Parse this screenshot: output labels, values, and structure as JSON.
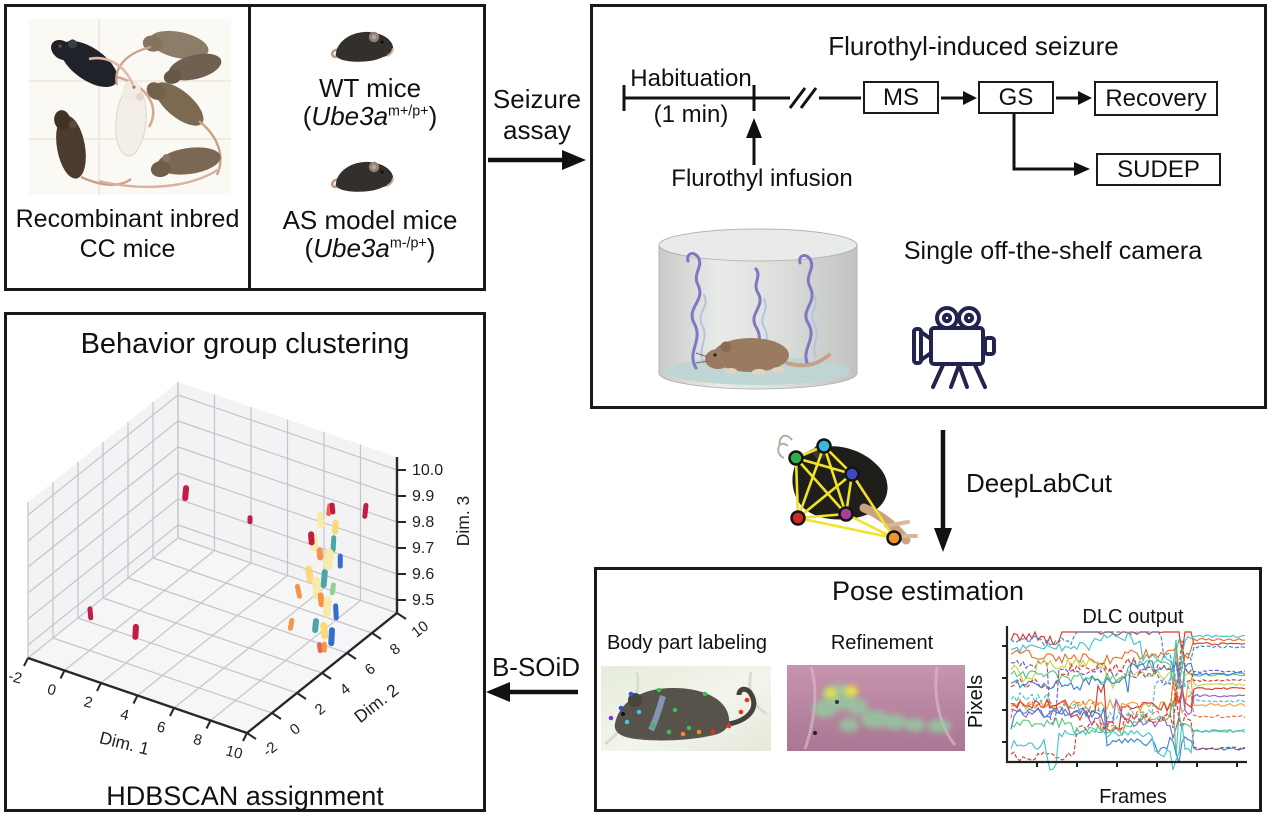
{
  "palette": {
    "outline": "#1a1a1a",
    "camera_navy": "#23234f",
    "smoke_purple": "#8177c5",
    "crimson": "#c0143c"
  },
  "cohort_panel": {
    "caption_line1": "Recombinant inbred",
    "caption_line2": "CC mice"
  },
  "genotype_panel": {
    "wt_label": "WT mice",
    "wt_open": "(",
    "wt_gene": "Ube3a",
    "wt_sup": "m+/p+",
    "wt_close": ")",
    "as_label": "AS model mice",
    "as_open": "(",
    "as_gene": "Ube3a",
    "as_sup": "m-/p+",
    "as_close": ")"
  },
  "seizure_assay": {
    "line1": "Seizure",
    "line2": "assay"
  },
  "flurothyl_panel": {
    "title": "Flurothyl-induced seizure",
    "habituation": "Habituation",
    "duration": "(1 min)",
    "infusion": "Flurothyl infusion",
    "stage_ms": "MS",
    "stage_gs": "GS",
    "stage_recovery": "Recovery",
    "stage_sudep": "SUDEP",
    "camera_label": "Single off-the-shelf camera"
  },
  "deeplabcut_label": "DeepLabCut",
  "pose_panel": {
    "title": "Pose estimation",
    "body_part_label": "Body part labeling",
    "refinement_label": "Refinement",
    "dlc_output_label": "DLC output",
    "ylabel": "Pixels",
    "xlabel": "Frames"
  },
  "bsoid_label": "B-SOiD",
  "clustering_panel": {
    "title": "Behavior group clustering",
    "caption": "HDBSCAN assignment"
  },
  "chart_data": [
    {
      "type": "scatter",
      "projection": "3d",
      "title": "Behavior group clustering",
      "subtitle": "HDBSCAN assignment",
      "xlabel": "Dim. 1",
      "ylabel": "Dim. 2",
      "zlabel": "Dim. 3",
      "x_ticks": [
        -2,
        0,
        2,
        4,
        6,
        8,
        10
      ],
      "y_ticks": [
        -2,
        0,
        2,
        4,
        6,
        8,
        10
      ],
      "z_ticks": [
        9.5,
        9.6,
        9.7,
        9.8,
        9.9,
        10.0
      ],
      "x_range": [
        -2,
        10.5
      ],
      "y_range": [
        -2,
        10.5
      ],
      "z_range": [
        9.45,
        10.05
      ],
      "grid": true,
      "clusters": [
        [
          9.3,
          5.6,
          10.0,
          "#e8604a",
          5,
          13,
          8
        ],
        [
          9.1,
          5.2,
          9.97,
          "#f6eaa8",
          7,
          17,
          -6
        ],
        [
          9.5,
          5.8,
          9.93,
          "#fad873",
          6,
          15,
          4
        ],
        [
          9.0,
          4.8,
          9.9,
          "#f6eaa8",
          8,
          19,
          -8
        ],
        [
          9.6,
          5.5,
          9.88,
          "#43a3a0",
          5,
          17,
          3
        ],
        [
          9.2,
          5.0,
          9.85,
          "#f2923f",
          6,
          13,
          -5
        ],
        [
          9.4,
          5.4,
          9.82,
          "#f6eaa8",
          9,
          21,
          6
        ],
        [
          9.7,
          5.9,
          9.8,
          "#2e66c9",
          5,
          15,
          0
        ],
        [
          8.9,
          4.6,
          9.78,
          "#fad873",
          7,
          17,
          -10
        ],
        [
          9.3,
          5.2,
          9.75,
          "#43a3a0",
          6,
          19,
          5
        ],
        [
          9.1,
          4.9,
          9.72,
          "#f6eaa8",
          8,
          23,
          -4
        ],
        [
          9.5,
          5.6,
          9.7,
          "#8ed08b",
          5,
          13,
          8
        ],
        [
          9.2,
          5.1,
          9.67,
          "#f2923f",
          6,
          15,
          -6
        ],
        [
          9.4,
          5.3,
          9.64,
          "#f6eaa8",
          8,
          21,
          4
        ],
        [
          9.6,
          5.7,
          9.61,
          "#2e66c9",
          5,
          17,
          -3
        ],
        [
          9.1,
          4.8,
          9.58,
          "#43a3a0",
          6,
          15,
          6
        ],
        [
          9.3,
          5.2,
          9.55,
          "#fad873",
          7,
          17,
          -5
        ],
        [
          9.5,
          5.5,
          9.52,
          "#2e66c9",
          6,
          19,
          3
        ],
        [
          9.2,
          5.0,
          9.49,
          "#e8604a",
          5,
          11,
          -8
        ],
        [
          8.3,
          4.6,
          9.7,
          "#f2923f",
          5,
          15,
          -12
        ],
        [
          8.1,
          4.3,
          9.58,
          "#f2923f",
          5,
          13,
          10
        ],
        [
          9.1,
          5.5,
          9.47,
          "#f2923f",
          5,
          11,
          0
        ],
        [
          9.0,
          6.3,
          9.97,
          "#c0143c",
          5,
          12,
          -6
        ],
        [
          1.5,
          5.5,
          9.88,
          "#c0143c",
          6,
          16,
          5
        ],
        [
          4.0,
          7.0,
          9.78,
          "#c0143c",
          5,
          9,
          0
        ],
        [
          -0.5,
          0.8,
          9.55,
          "#c0143c",
          5,
          14,
          -5
        ],
        [
          1.5,
          1.5,
          9.5,
          "#c0143c",
          6,
          16,
          3
        ],
        [
          7.5,
          6.8,
          9.8,
          "#c0143c",
          6,
          14,
          -4
        ],
        [
          9.5,
          8.2,
          9.9,
          "#c0143c",
          5,
          16,
          6
        ]
      ]
    },
    {
      "type": "line",
      "title": "DLC output",
      "xlabel": "Frames",
      "ylabel": "Pixels",
      "x_tick_labels": [],
      "y_tick_labels": [],
      "n_series": 18,
      "series_colors": [
        "#d63a2a",
        "#3a86d4",
        "#45c5c9",
        "#e8702b",
        "#7a52c9",
        "#c9d44a",
        "#5fc483",
        "#d63a2a",
        "#3a86d4",
        "#f0a23c",
        "#45c5c9",
        "#d63a2a",
        "#8a62d4",
        "#e8702b",
        "#5fc483",
        "#3a86d4",
        "#d63a2a",
        "#45c5c9"
      ]
    }
  ]
}
